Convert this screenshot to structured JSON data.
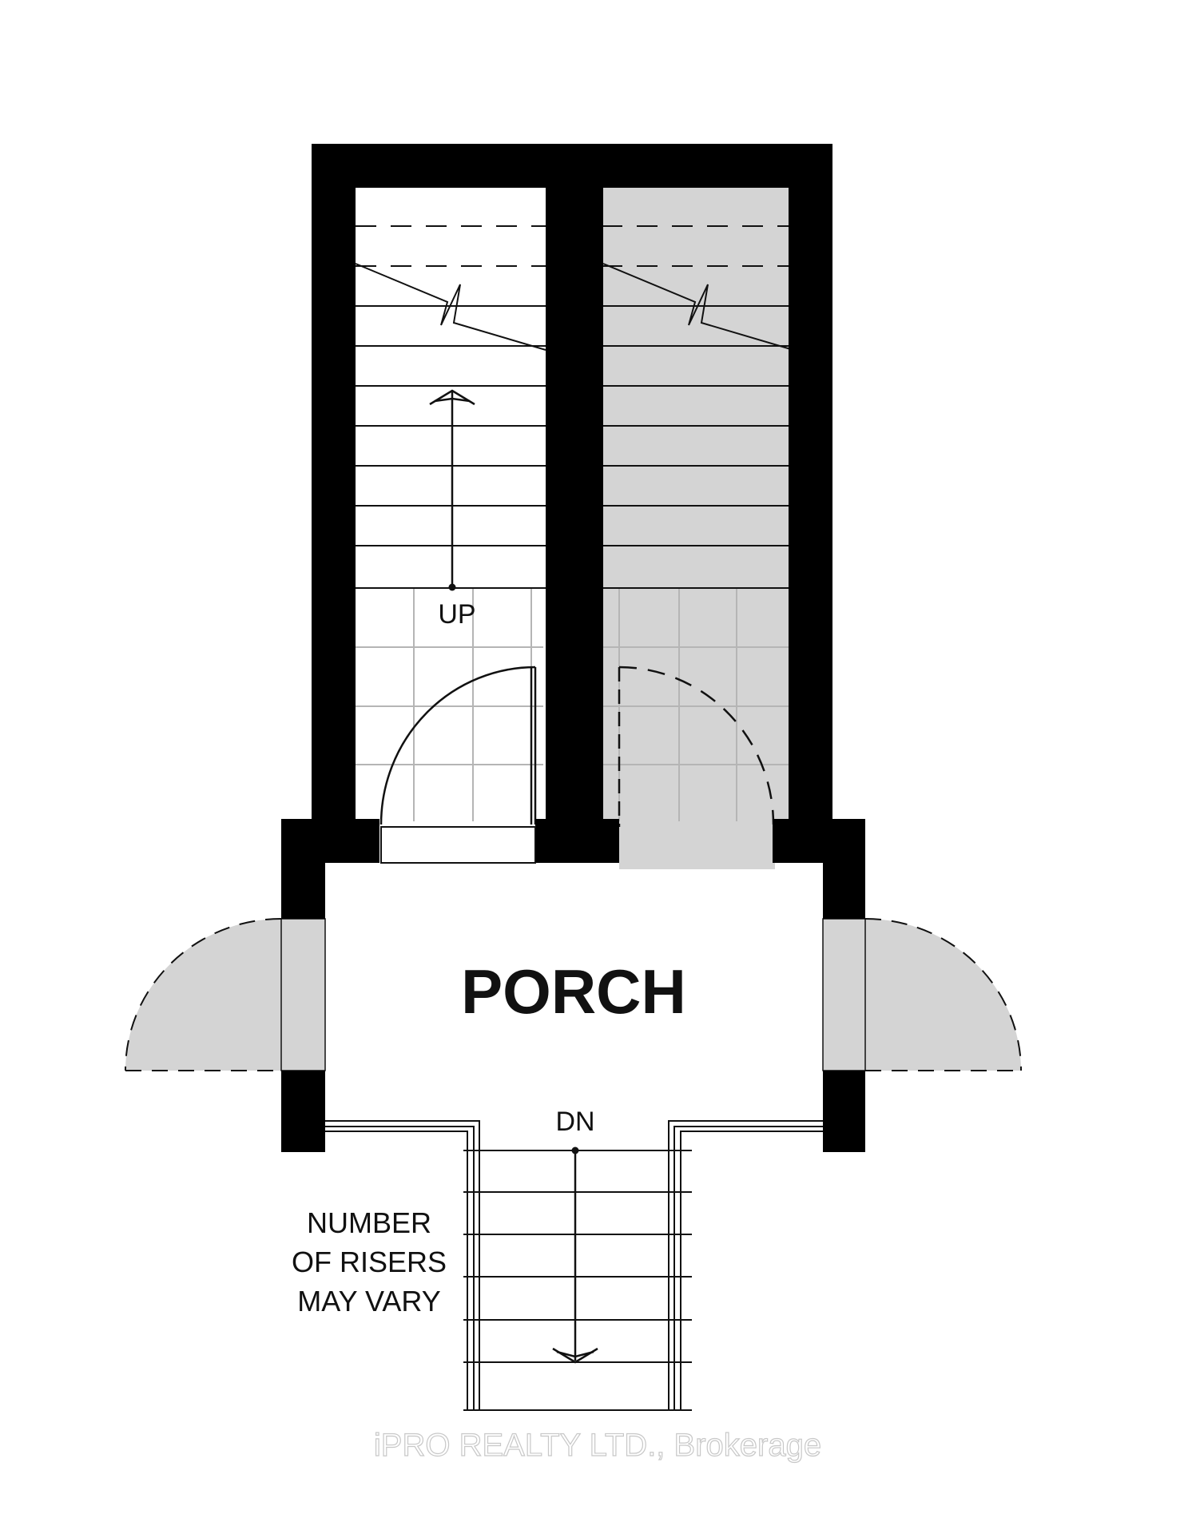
{
  "plan": {
    "room_label": "PORCH",
    "up_label": "UP",
    "down_label": "DN",
    "note_lines": [
      "NUMBER",
      "OF RISERS",
      "MAY VARY"
    ],
    "watermark": "iPRO REALTY LTD., Brokerage"
  },
  "colors": {
    "wall": "#000000",
    "shade": "#d4d4d4",
    "grid": "#b5b5b5",
    "line": "#111111"
  }
}
